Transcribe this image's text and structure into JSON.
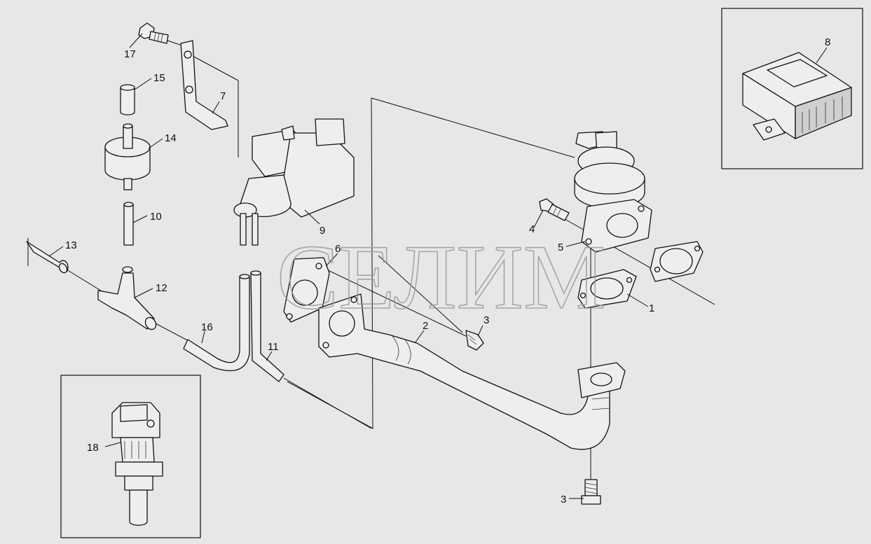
{
  "callouts": {
    "c1": "1",
    "c2": "2",
    "c3a": "3",
    "c3b": "3",
    "c4": "4",
    "c5": "5",
    "c6": "6",
    "c7": "7",
    "c8": "8",
    "c9": "9",
    "c10": "10",
    "c11": "11",
    "c12": "12",
    "c13": "13",
    "c14": "14",
    "c15": "15",
    "c16": "16",
    "c17": "17",
    "c18": "18"
  },
  "watermark": "СЕЛИМ"
}
